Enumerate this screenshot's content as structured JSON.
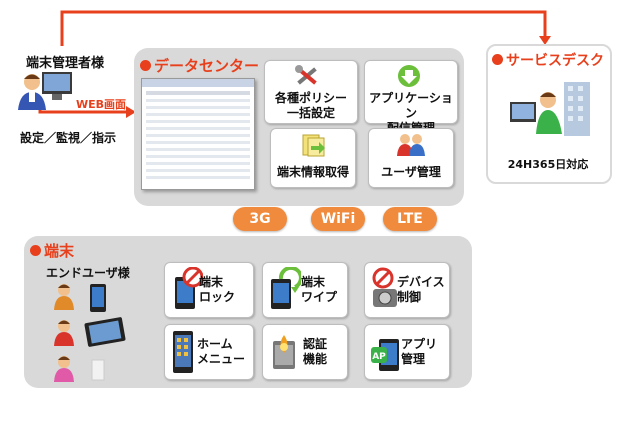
{
  "admin": {
    "title": "端末管理者様",
    "web_label": "WEB画面",
    "actions": "設定／監視／指示"
  },
  "datacenter": {
    "heading": "データセンター",
    "cards": [
      {
        "label": "各種ポリシー\n一括設定",
        "icon": "tools-icon"
      },
      {
        "label": "アプリケーション\n配信管理",
        "icon": "download-icon"
      },
      {
        "label": "端末情報取得",
        "icon": "document-icon"
      },
      {
        "label": "ユーザ管理",
        "icon": "users-icon"
      }
    ]
  },
  "servicedesk": {
    "heading": "サービスデスク",
    "hours": "24H365日対応"
  },
  "networks": [
    "3G",
    "WiFi",
    "LTE"
  ],
  "device": {
    "heading": "端末",
    "end_user": "エンドユーザ様",
    "cards": [
      {
        "label": "端末\nロック",
        "icon": "lock-phone-icon"
      },
      {
        "label": "端末\nワイプ",
        "icon": "wipe-phone-icon"
      },
      {
        "label": "デバイス\n制御",
        "icon": "camera-block-icon"
      },
      {
        "label": "ホーム\nメニュー",
        "icon": "home-menu-icon"
      },
      {
        "label": "認証\n機能",
        "icon": "certificate-icon"
      },
      {
        "label": "アプリ\n管理",
        "icon": "app-icon"
      }
    ]
  },
  "colors": {
    "accent": "#e8401c",
    "panel": "#d9d9d9",
    "pill": "#f08a3c"
  }
}
